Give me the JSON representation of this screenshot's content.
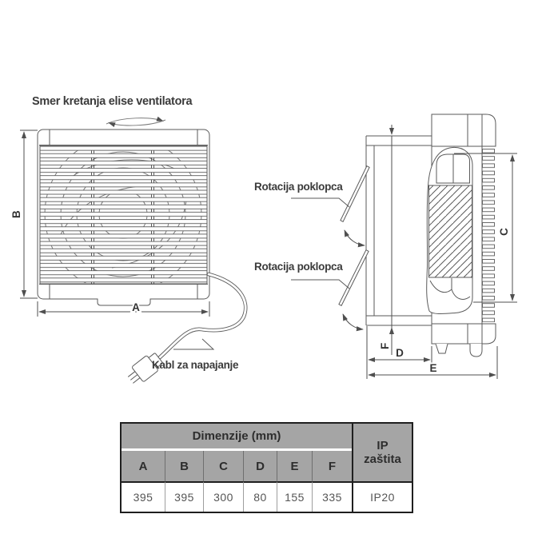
{
  "title": "Smer kretanja elise ventilatora",
  "drawing": {
    "rotation_labels": [
      "Rotacija poklopca",
      "Rotacija poklopca"
    ],
    "cable_label": "Kabl za napajanje",
    "dims": {
      "a": "A",
      "b": "B",
      "c": "C",
      "d": "D",
      "e": "E",
      "f": "F"
    }
  },
  "table": {
    "title": "Dimenzije (mm)",
    "ip_header": "IP zaštita",
    "columns": [
      "A",
      "B",
      "C",
      "D",
      "E",
      "F"
    ],
    "values": [
      "395",
      "395",
      "300",
      "80",
      "155",
      "335"
    ],
    "ip_value": "IP20"
  },
  "colors": {
    "line": "#5a5a5a",
    "text": "#3b3b3b",
    "table_header_bg": "#a5a5a5",
    "table_border": "#1f1f1f"
  }
}
